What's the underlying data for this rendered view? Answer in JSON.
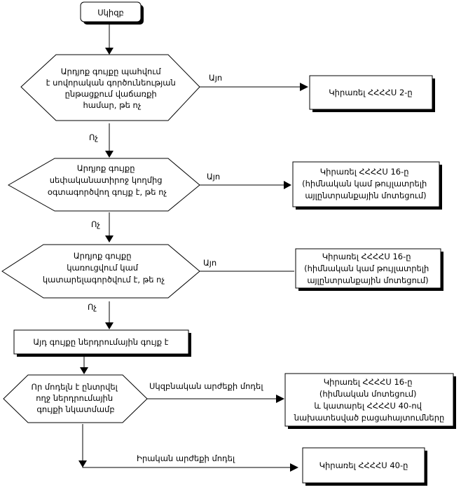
{
  "start": {
    "label": "Սկիզբ"
  },
  "decisions": [
    {
      "lines": [
        "Արդյոք գույքը պահվում",
        "է սովորական գործունեության",
        "ընթացքում վաճառքի",
        "համար, թե ոչ"
      ]
    },
    {
      "lines": [
        "Արդյոք գույքը",
        "սեփականատիրոջ կողմից",
        "օգտագործվող գույք է, թե ոչ"
      ]
    },
    {
      "lines": [
        "Արդյոք գույքը",
        "կառուցվում կամ",
        "կատարելագործվում է, թե ոչ"
      ]
    },
    {
      "lines": [
        "Որ մոդելն է ընտրվել",
        "ողջ ներդրումային",
        "գույքի նկատմամբ"
      ]
    }
  ],
  "processes": [
    {
      "lines": [
        "Կիրառել ՀՀՀՀՍ 2-ը"
      ]
    },
    {
      "lines": [
        "Կիրառել ՀՀՀՀՍ 16-ը",
        "(հիմնական կամ թույլատրելի",
        "այլընտրանքային մոտեցում)"
      ]
    },
    {
      "lines": [
        "Կիրառել ՀՀՀՀՍ 16-ը",
        "(հիմնական կամ թույլատրելի",
        "այլընտրանքային մոտեցում)"
      ]
    },
    {
      "lines": [
        "Այդ գույքը ներդրումային գույք է"
      ]
    },
    {
      "lines": [
        "Կիրառել ՀՀՀՀՍ 16-ը",
        "(հիմնական մոտեցում)",
        "և կատարել ՀՀՀՀՍ 40-ով",
        "նախատեսված բացահայտումները"
      ]
    },
    {
      "lines": [
        "Կիրառել ՀՀՀՀՍ 40-ը"
      ]
    }
  ],
  "edge_labels": {
    "yes": "Այո",
    "no": "Ոչ",
    "cost_model": "Սկզբնական արժեքի մոդել",
    "fair_value_model": "Իրական արժեքի մոդել"
  }
}
